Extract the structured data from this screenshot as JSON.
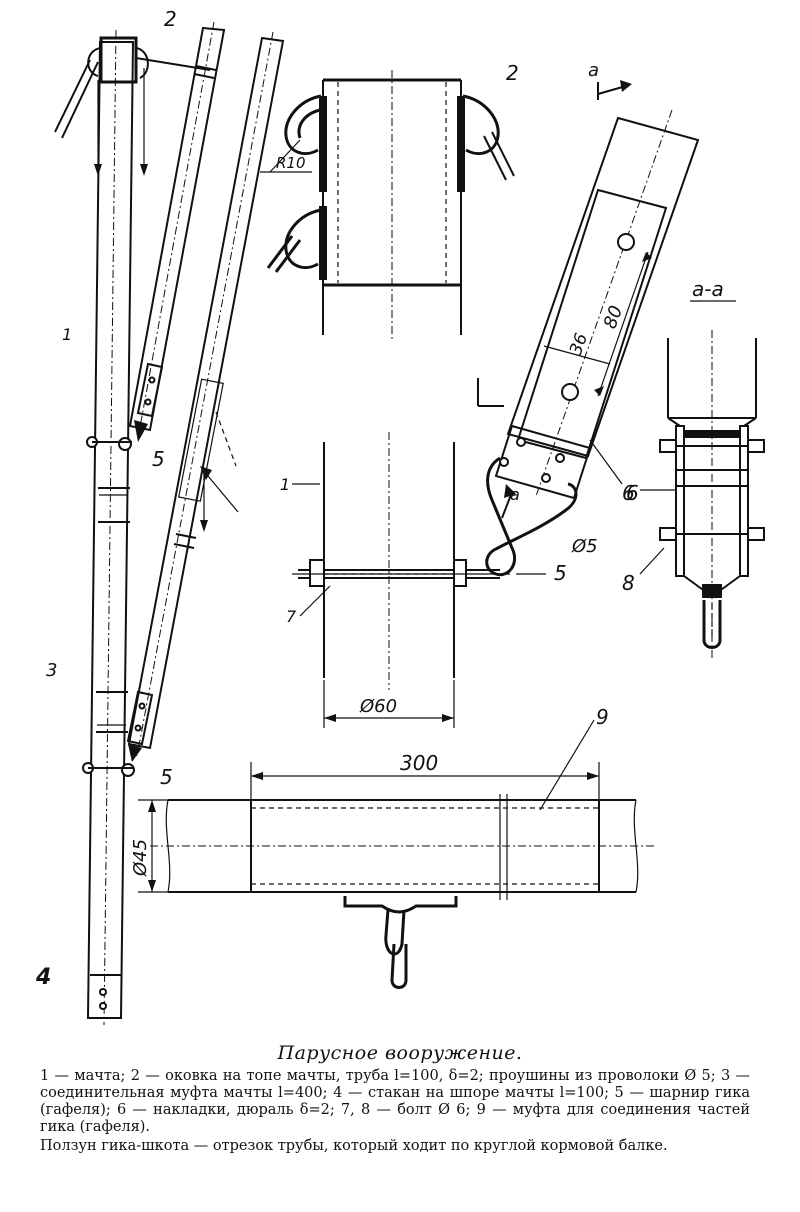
{
  "labels": {
    "mast_fitting": "2",
    "mast": "1",
    "coupling_mast": "3",
    "mast_step": "4",
    "hinge_upper": "5",
    "hinge_lower": "5",
    "detail_fitting_num": "2",
    "radius": "R10",
    "section_arrow": "a",
    "dim_80": "80",
    "dim_36": "36",
    "plates": "6",
    "section_title": "a-a",
    "section_6": "6",
    "bolt_8": "8",
    "wire_d5": "Ø5",
    "gaff_5": "5",
    "bolt_7": "7",
    "mast_1": "1",
    "dim_d60": "Ø60",
    "dim_300": "300",
    "coupling_9": "9",
    "dim_d45": "Ø45",
    "small_a": "a"
  },
  "caption": {
    "title": "Парусное вооружение.",
    "body": "1 — мачта; 2 — оковка на топе мачты, труба l=100, δ=2; проушины из проволоки Ø 5; 3 — соединительная муфта мачты l=400; 4 — стакан на шпоре мачты l=100; 5 — шарнир гика (гафеля); 6 — накладки, дюраль δ=2; 7, 8 — болт Ø 6; 9 — муфта для соединения частей гика (гафеля).",
    "note": "Ползун гика-шкота — отрезок трубы, который ходит по круглой кормовой балке."
  }
}
